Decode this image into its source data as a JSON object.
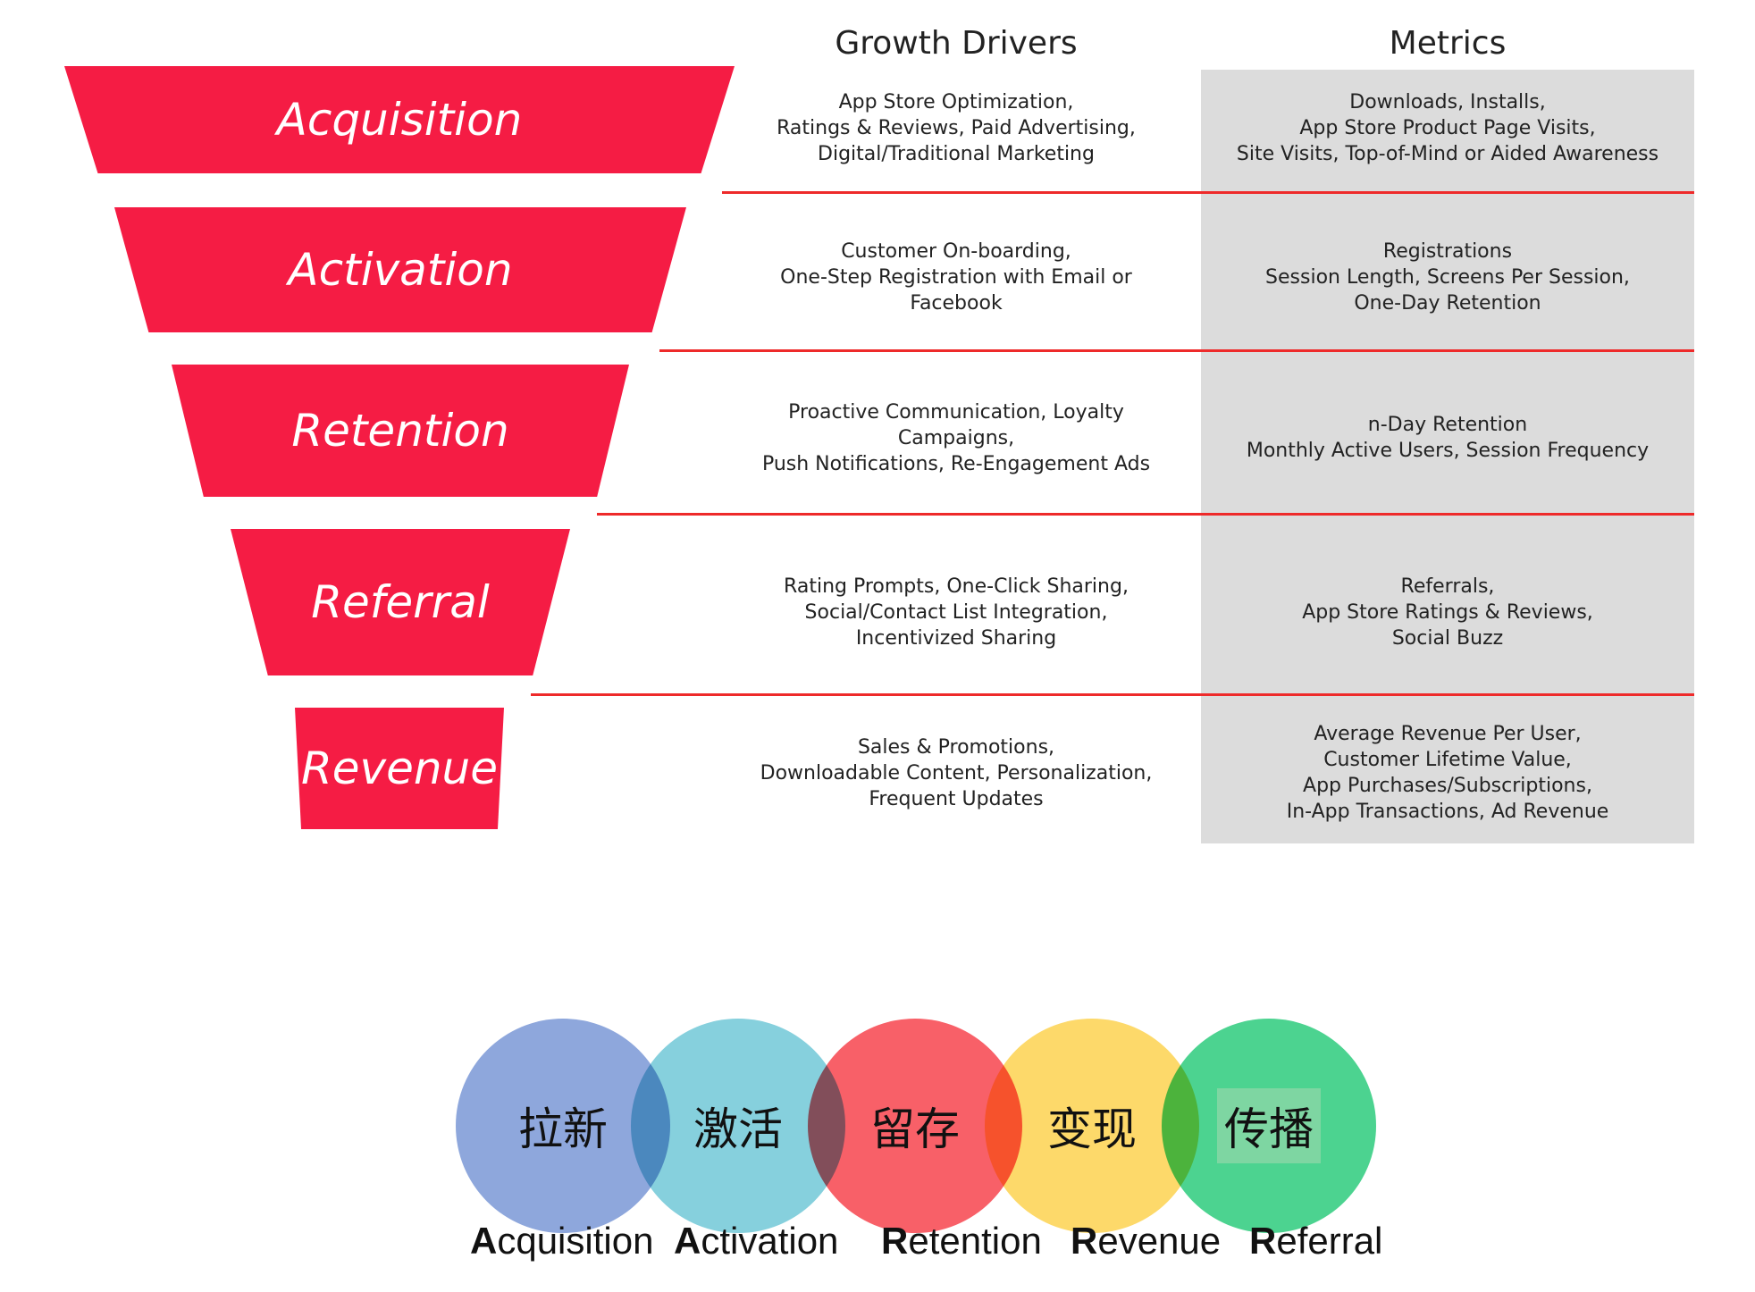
{
  "headers": {
    "drivers": "Growth Drivers",
    "metrics": "Metrics"
  },
  "rows": [
    {
      "stage": "Acquisition",
      "drivers": "App Store Optimization,\nRatings & Reviews, Paid Advertising,\nDigital/Traditional Marketing",
      "metrics": "Downloads, Installs,\nApp Store Product Page Visits,\nSite Visits, Top-of-Mind or Aided Awareness"
    },
    {
      "stage": "Activation",
      "drivers": "Customer On-boarding,\nOne-Step Registration with Email or Facebook",
      "metrics": "Registrations\nSession Length, Screens Per Session,\nOne-Day Retention"
    },
    {
      "stage": "Retention",
      "drivers": "Proactive Communication, Loyalty Campaigns,\nPush Notifications, Re-Engagement Ads",
      "metrics": "n-Day Retention\nMonthly Active Users, Session Frequency"
    },
    {
      "stage": "Referral",
      "drivers": "Rating Prompts, One-Click Sharing,\nSocial/Contact List Integration,\nIncentivized Sharing",
      "metrics": "Referrals,\nApp Store Ratings & Reviews,\nSocial Buzz"
    },
    {
      "stage": "Revenue",
      "drivers": "Sales & Promotions,\nDownloadable Content, Personalization,\nFrequent Updates",
      "metrics": "Average Revenue Per User,\nCustomer Lifetime Value,\nApp Purchases/Subscriptions,\nIn-App Transactions, Ad Revenue"
    }
  ],
  "circles": [
    {
      "chinese": "拉新",
      "initial": "A",
      "rest": "cquisition",
      "color": "#8ea7dc"
    },
    {
      "chinese": "激活",
      "initial": "A",
      "rest": "ctivation",
      "color": "#86d0dd"
    },
    {
      "chinese": "留存",
      "initial": "R",
      "rest": "etention",
      "color": "#f86068"
    },
    {
      "chinese": "变现",
      "initial": "R",
      "rest": "evenue",
      "color": "#fdd96a"
    },
    {
      "chinese": "传播",
      "initial": "R",
      "rest": "eferral",
      "color": "#4cd390"
    }
  ],
  "colors": {
    "funnel": "#f51c44",
    "separator": "#ee2a2a",
    "metrics_bg": "#dcdcdc"
  }
}
